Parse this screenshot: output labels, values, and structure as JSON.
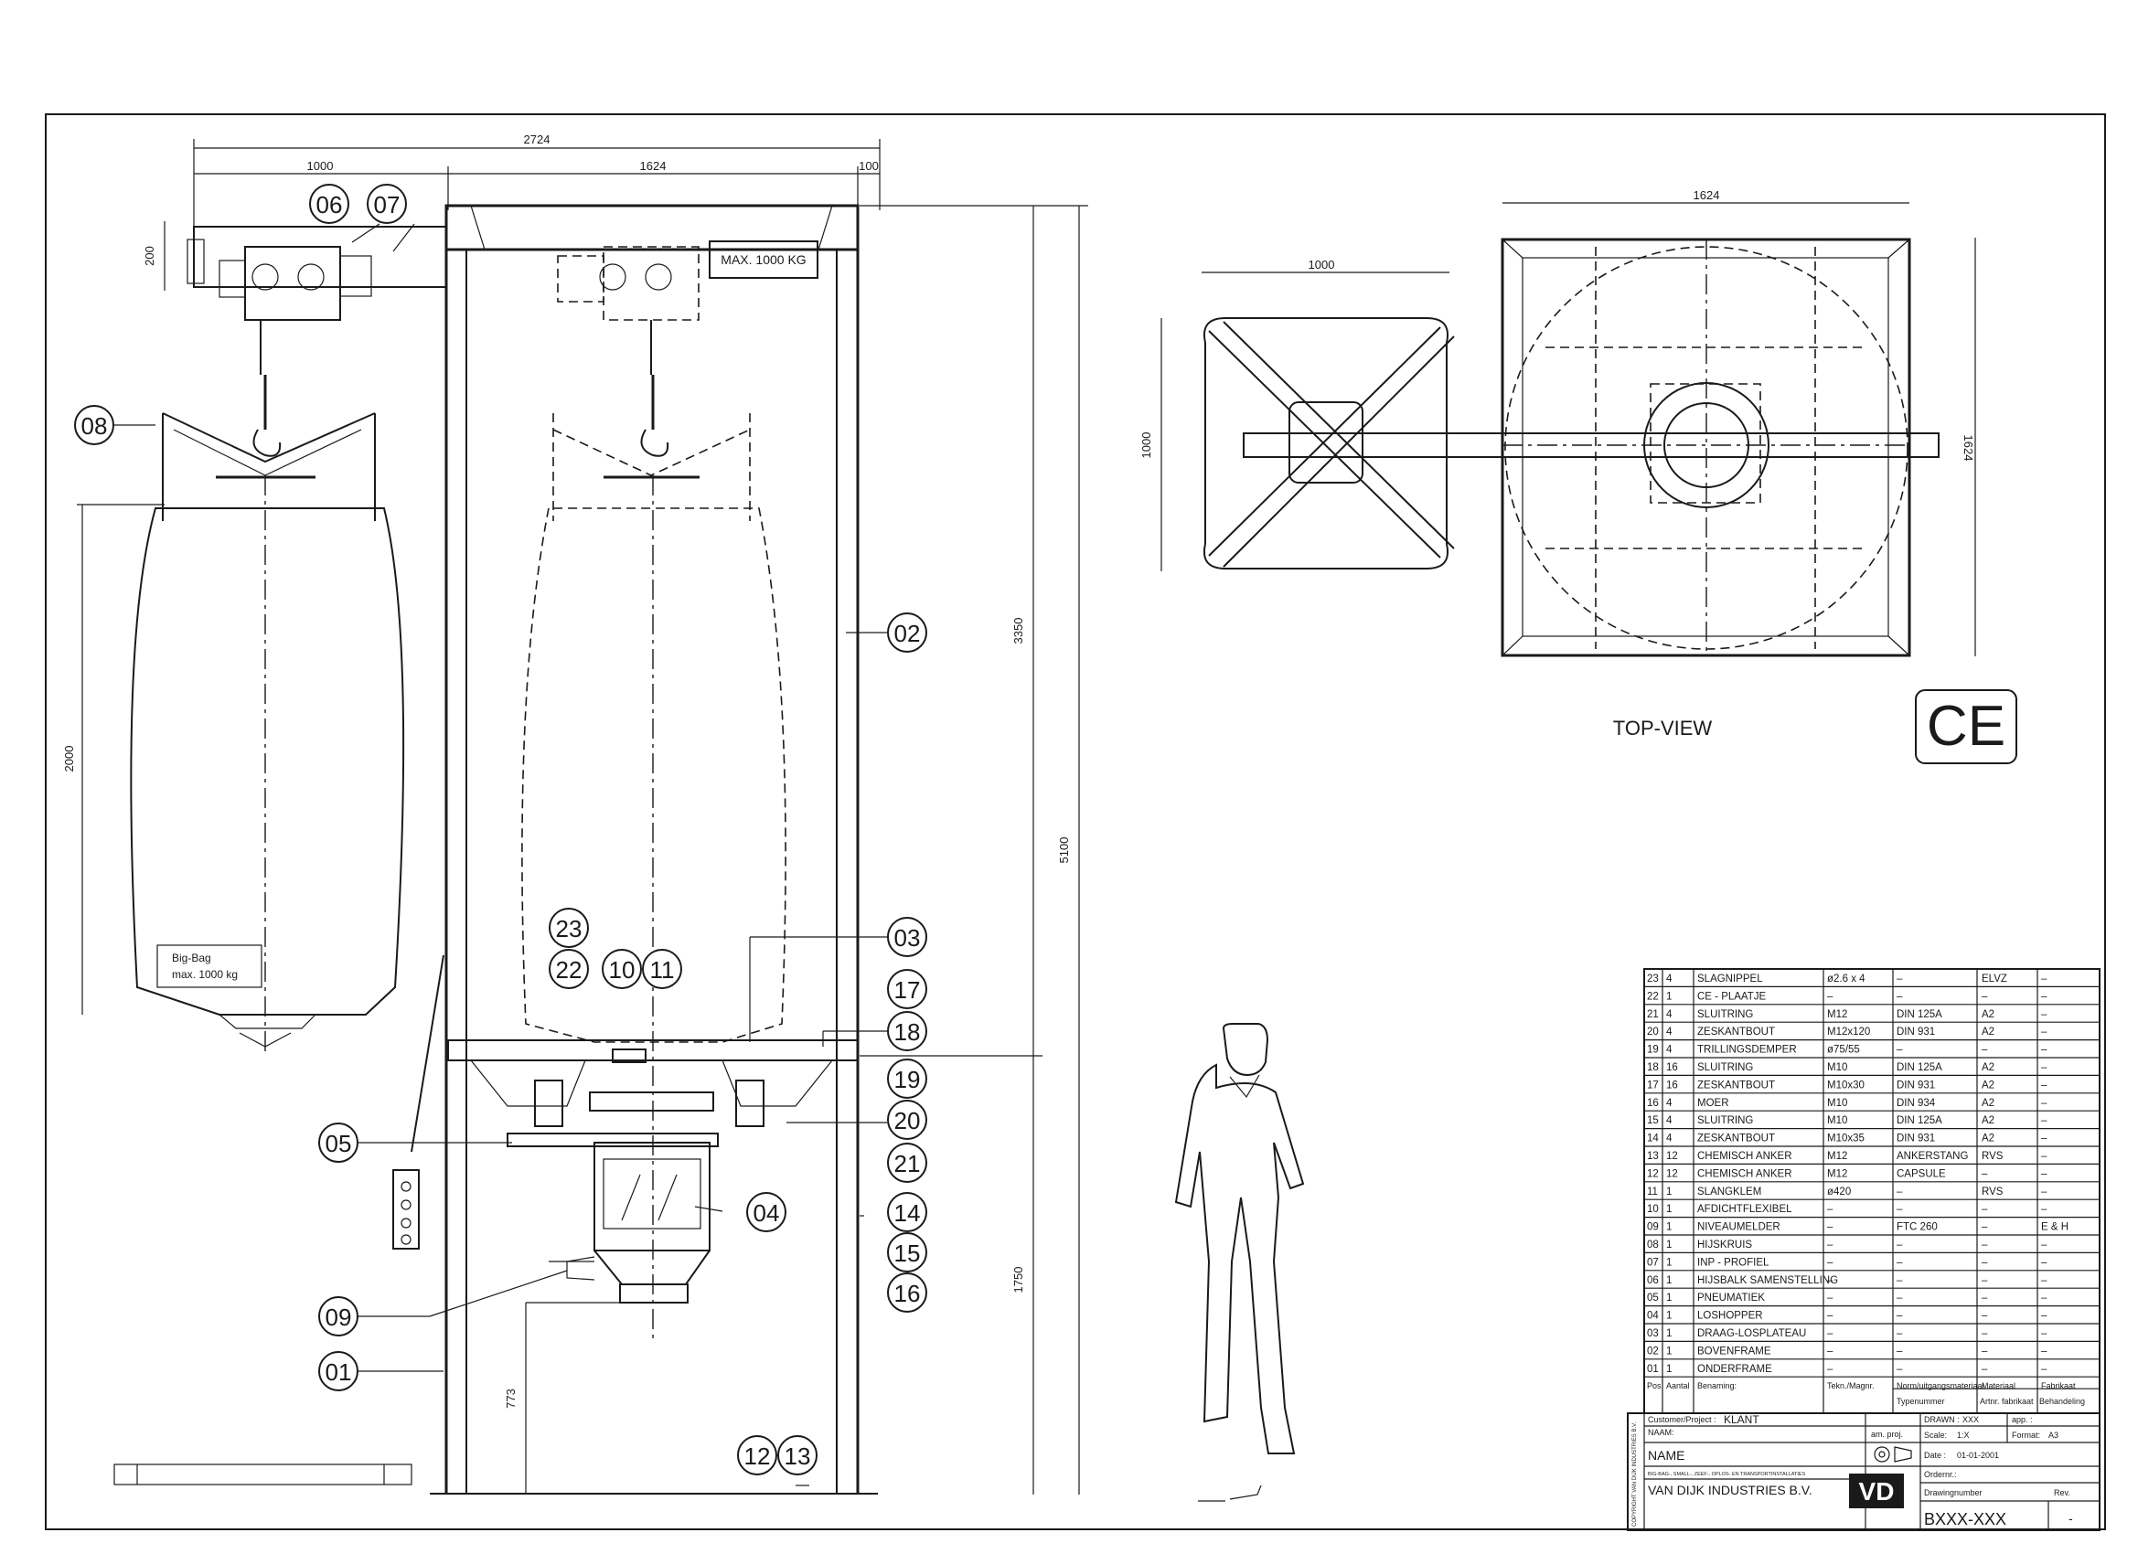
{
  "dimensions": {
    "overall_width": "2724",
    "hoist_span": "1000",
    "frame_width": "1624",
    "overhang": "100",
    "beam_height": "200",
    "bag_height": "2000",
    "frame_height": "3350",
    "total_height": "5100",
    "lower_height": "1750",
    "hopper_height": "773",
    "top_left_width": "1000",
    "top_left_depth": "1000",
    "top_right_width": "1624",
    "top_right_depth": "1624"
  },
  "labels": {
    "max_load": "MAX. 1000 KG",
    "bag_label_line1": "Big-Bag",
    "bag_label_line2": "max. 1000 kg",
    "top_view": "TOP-VIEW",
    "ce_mark": "CE"
  },
  "callouts": [
    "06",
    "07",
    "08",
    "02",
    "23",
    "22",
    "10",
    "11",
    "03",
    "17",
    "18",
    "19",
    "20",
    "21",
    "05",
    "04",
    "14",
    "15",
    "16",
    "09",
    "01",
    "12",
    "13"
  ],
  "parts_list": {
    "headers": [
      "Pos",
      "Aantal",
      "Benaming:",
      "Tekn./Magnr.",
      "Norm/uitgangsmateriaal",
      "Materiaal",
      "Fabrikaat"
    ],
    "subheaders": [
      "Typenummer",
      "Artnr. fabrikaat",
      "Behandeling"
    ],
    "rows": [
      [
        "23",
        "4",
        "SLAGNIPPEL",
        "ø2.6 x 4",
        "–",
        "ELVZ",
        "–"
      ],
      [
        "22",
        "1",
        "CE - PLAATJE",
        "–",
        "–",
        "–",
        "–"
      ],
      [
        "21",
        "4",
        "SLUITRING",
        "M12",
        "DIN 125A",
        "A2",
        "–"
      ],
      [
        "20",
        "4",
        "ZESKANTBOUT",
        "M12x120",
        "DIN 931",
        "A2",
        "–"
      ],
      [
        "19",
        "4",
        "TRILLINGSDEMPER",
        "ø75/55",
        "–",
        "–",
        "–"
      ],
      [
        "18",
        "16",
        "SLUITRING",
        "M10",
        "DIN 125A",
        "A2",
        "–"
      ],
      [
        "17",
        "16",
        "ZESKANTBOUT",
        "M10x30",
        "DIN 931",
        "A2",
        "–"
      ],
      [
        "16",
        "4",
        "MOER",
        "M10",
        "DIN 934",
        "A2",
        "–"
      ],
      [
        "15",
        "4",
        "SLUITRING",
        "M10",
        "DIN 125A",
        "A2",
        "–"
      ],
      [
        "14",
        "4",
        "ZESKANTBOUT",
        "M10x35",
        "DIN 931",
        "A2",
        "–"
      ],
      [
        "13",
        "12",
        "CHEMISCH ANKER",
        "M12",
        "ANKERSTANG",
        "RVS",
        "–"
      ],
      [
        "12",
        "12",
        "CHEMISCH ANKER",
        "M12",
        "CAPSULE",
        "–",
        "–"
      ],
      [
        "11",
        "1",
        "SLANGKLEM",
        "ø420",
        "–",
        "RVS",
        "–"
      ],
      [
        "10",
        "1",
        "AFDICHTFLEXIBEL",
        "–",
        "–",
        "–",
        "–"
      ],
      [
        "09",
        "1",
        "NIVEAUMELDER",
        "–",
        "FTC 260",
        "–",
        "E & H"
      ],
      [
        "08",
        "1",
        "HIJSKRUIS",
        "–",
        "–",
        "–",
        "–"
      ],
      [
        "07",
        "1",
        "INP - PROFIEL",
        "–",
        "–",
        "–",
        "–"
      ],
      [
        "06",
        "1",
        "HIJSBALK SAMENSTELLING",
        "–",
        "–",
        "–",
        "–"
      ],
      [
        "05",
        "1",
        "PNEUMATIEK",
        "–",
        "–",
        "–",
        "–"
      ],
      [
        "04",
        "1",
        "LOSHOPPER",
        "–",
        "–",
        "–",
        "–"
      ],
      [
        "03",
        "1",
        "DRAAG-LOSPLATEAU",
        "–",
        "–",
        "–",
        "–"
      ],
      [
        "02",
        "1",
        "BOVENFRAME",
        "–",
        "–",
        "–",
        "–"
      ],
      [
        "01",
        "1",
        "ONDERFRAME",
        "–",
        "–",
        "–",
        "–"
      ]
    ]
  },
  "title_block": {
    "customer_label": "Customer/Project :",
    "customer_value": "KLANT",
    "name_label": "NAAM:",
    "name_value": "NAME",
    "projection_label": "am. proj.",
    "drawn_label": "DRAWN :",
    "drawn_value": "XXX",
    "app_label": "app. :",
    "scale_label": "Scale:",
    "scale_value": "1:X",
    "format_label": "Format:",
    "format_value": "A3",
    "date_label": "Date :",
    "date_value": "01-01-2001",
    "order_label": "Ordernr.:",
    "drawingnumber_label": "Drawingnumber",
    "drawingnumber_value": "BXXX-XXX",
    "rev_label": "Rev.",
    "rev_value": "-",
    "company_tagline": "BIG-BAG-, SMALL-, ZEEF-, OPLOS- EN TRANSPORTINSTALLATIES",
    "company": "VAN DIJK INDUSTRIES B.V.",
    "logo": "VD",
    "copyright": "COPYRIGHT VAN DIJK INDUSTRIES B.V."
  }
}
